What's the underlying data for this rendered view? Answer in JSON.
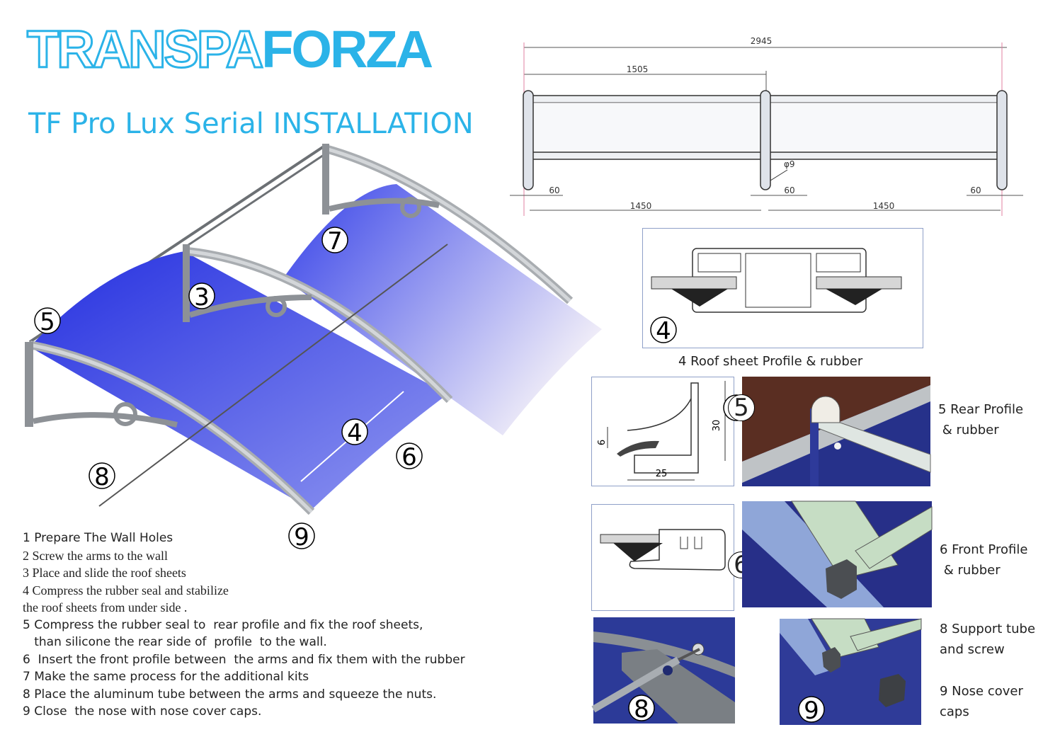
{
  "header": {
    "logo_part1": "TRANSPA",
    "logo_part2": "FORZA",
    "subtitle": "TF Pro Lux Serial INSTALLATION"
  },
  "colors": {
    "brand": "#2bb3e8",
    "sheet": "#3a47e6",
    "arm": "#b8bcc0"
  },
  "main_drawing": {
    "markers": [
      "5",
      "3",
      "7",
      "4",
      "6",
      "8",
      "9"
    ]
  },
  "top_drawing": {
    "dims": [
      "2945",
      "1505",
      "1450",
      "1450",
      "60",
      "60",
      "60"
    ],
    "hole": "φ9"
  },
  "detail4": {
    "marker": "4",
    "caption": "4  Roof sheet Profile & rubber"
  },
  "detail5": {
    "marker": "5",
    "dims": [
      "30",
      "6",
      "25"
    ],
    "caption_l1": "5 Rear Profile",
    "caption_l2": " & rubber"
  },
  "detail6": {
    "marker": "6",
    "caption_l1": "6 Front Profile",
    "caption_l2": " & rubber"
  },
  "detail8": {
    "marker": "8",
    "caption_l1": "8 Support tube",
    "caption_l2": "and screw"
  },
  "detail9": {
    "marker": "9",
    "caption_l1": "9 Nose cover",
    "caption_l2": "caps"
  },
  "steps": [
    "1 Prepare The Wall Holes",
    "2 Screw the arms to the wall",
    "3 Place and  slide  the roof sheets",
    "4 Compress the rubber seal  and stabilize",
    "   the roof sheets from under side .",
    "5 Compress the rubber seal to  rear profile and fix the roof sheets,",
    "   than silicone the rear side of  profile  to the wall.",
    "6  Insert the front profile between  the arms and fix them with the rubber",
    "7 Make the same process for the additional kits",
    "8 Place the aluminum tube between the arms and squeeze the nuts.",
    "9 Close  the nose with nose cover caps."
  ]
}
